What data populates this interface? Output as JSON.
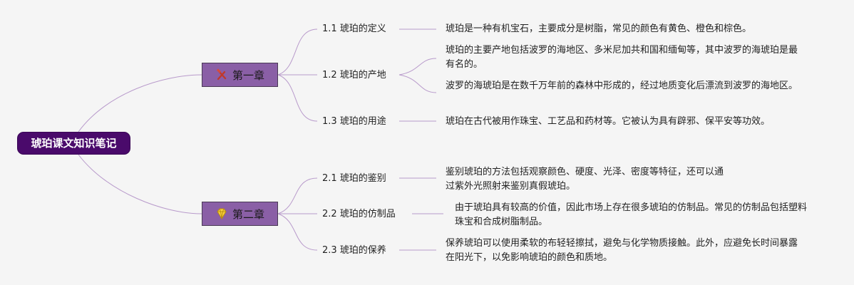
{
  "colors": {
    "background": "#f5f5f5",
    "root_fill": "#4a0a6b",
    "chapter_fill": "#8a5fa6",
    "connector": "#b89acb",
    "text": "#222222"
  },
  "root": {
    "label": "琥珀课文知识笔记"
  },
  "chapters": [
    {
      "icon": "hammer-and-pick-icon",
      "label": "第一章",
      "sections": [
        {
          "label": "1.1 琥珀的定义",
          "details": [
            "琥珀是一种有机宝石，主要成分是树脂，常见的颜色有黄色、橙色和棕色。"
          ]
        },
        {
          "label": "1.2 琥珀的产地",
          "details": [
            "琥珀的主要产地包括波罗的海地区、多米尼加共和国和缅甸等，其中波罗的海琥珀是最有名的。",
            "波罗的海琥珀是在数千万年前的森林中形成的，经过地质变化后漂流到波罗的海地区。"
          ]
        },
        {
          "label": "1.3 琥珀的用途",
          "details": [
            "琥珀在古代被用作珠宝、工艺品和药材等。它被认为具有辟邪、保平安等功效。"
          ]
        }
      ]
    },
    {
      "icon": "gem-icon",
      "label": "第二章",
      "sections": [
        {
          "label": "2.1 琥珀的鉴别",
          "details": [
            "鉴别琥珀的方法包括观察颜色、硬度、光泽、密度等特征，还可以通过紫外光照射来鉴别真假琥珀。"
          ]
        },
        {
          "label": "2.2 琥珀的仿制品",
          "details": [
            "由于琥珀具有较高的价值，因此市场上存在很多琥珀的仿制品。常见的仿制品包括塑料珠宝和合成树脂制品。"
          ]
        },
        {
          "label": "2.3 琥珀的保养",
          "details": [
            "保养琥珀可以使用柔软的布轻轻擦拭，避免与化学物质接触。此外，应避免长时间暴露在阳光下，以免影响琥珀的颜色和质地。"
          ]
        }
      ]
    }
  ]
}
